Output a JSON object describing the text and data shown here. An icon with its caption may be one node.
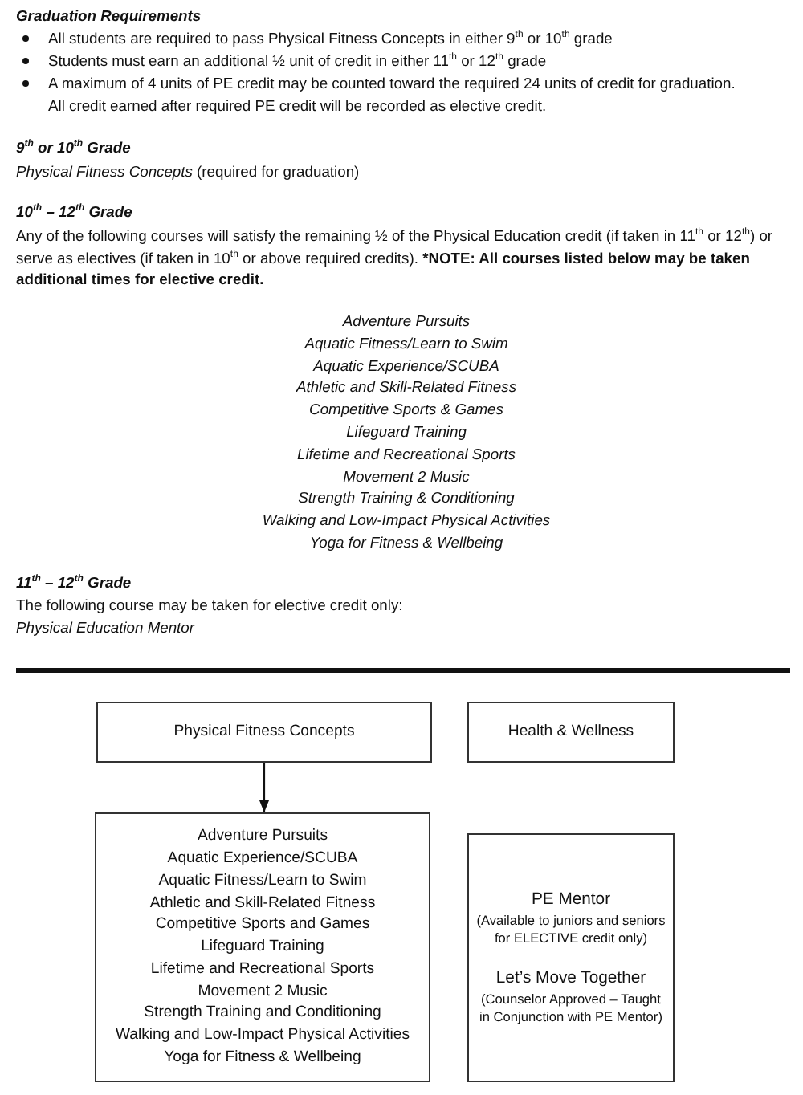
{
  "diagram": {
    "nodes": [
      {
        "text": [
          "Physical Fitness Concepts"
        ]
      },
      {
        "text": [
          "Health & Wellness"
        ]
      },
      {
        "text": [
          "Adventure Pursuits",
          "Aquatic Experience/SCUBA",
          "Aquatic Fitness/Learn to Swim",
          "Athletic and Skill-Related Fitness",
          "Competitive Sports and Games",
          "Lifeguard Training",
          "Lifetime and Recreational Sports",
          "Movement 2 Music",
          "Strength Training and Conditioning",
          "Walking and Low-Impact Physical Activities",
          "Yoga for Fitness & Wellbeing"
        ]
      },
      {
        "text": [
          "PE Mentor",
          "(Available to juniors and seniors for ELECTIVE credit only)",
          "Let’s Move Together",
          "(Counselor Approved – Taught in Conjunction with PE Mentor)"
        ]
      }
    ],
    "edges": [
      {
        "from": 0,
        "to": 2,
        "arrow": "to"
      }
    ],
    "labels": [
      "Graduation Requirements",
      "All students are required to pass Physical Fitness Concepts in either 9$^{th}$ or 10$^{th}$ grade",
      "Students must earn an additional ½ unit of credit in either 11$^{th}$ or 12$^{th}$ grade",
      "A maximum of 4 units of PE credit may be counted toward the required 24 units of credit for graduation. All credit earned after required PE credit will be recorded as elective credit.",
      "9$^{th}$ or 10$^{th}$ Grade",
      "*Physical Fitness Concepts* (required for graduation)",
      "10$^{th}$ – 12$^{th}$ Grade",
      "Any of the following courses will satisfy the remaining ½ of the Physical Education credit (if taken in 11$^{th}$ or 12$^{th}$) or serve as electives (if taken in 10$^{th}$ or above required credits). ***NOTE: All courses listed below may be taken additional times for elective credit.**",
      "Adventure Pursuits",
      "Aquatic Fitness/Learn to Swim",
      "Aquatic Experience/SCUBA",
      "Athletic and Skill-Related Fitness",
      "Competitive Sports & Games",
      "Lifeguard Training",
      "Lifetime and Recreational Sports",
      "Movement 2 Music",
      "Strength Training & Conditioning",
      "Walking and Low-Impact Physical Activities",
      "Yoga for Fitness & Wellbeing",
      "11$^{th}$ – 12$^{th}$ Grade",
      "The following course may be taken for elective credit only:",
      "Physical Education Mentor"
    ]
  }
}
